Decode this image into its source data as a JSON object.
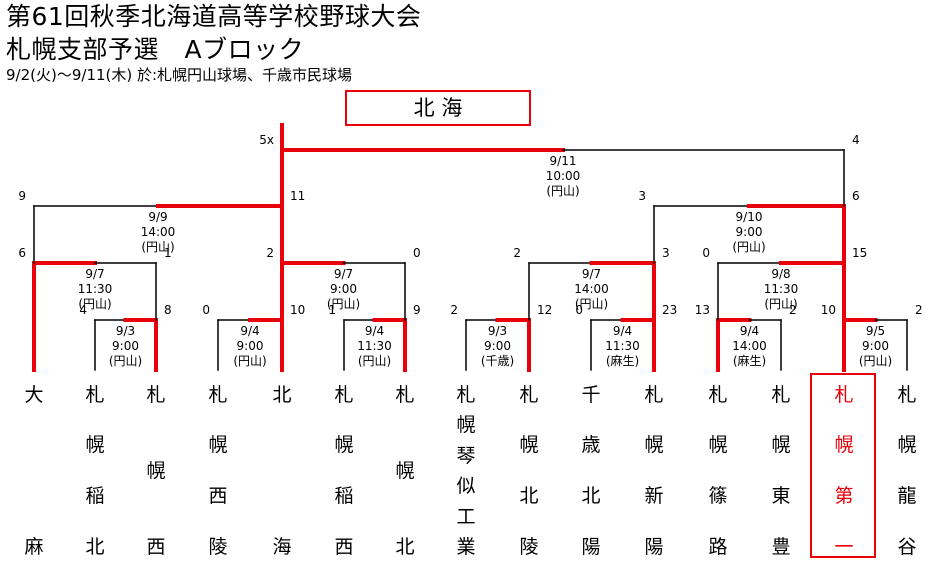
{
  "header": {
    "title_line1": "第61回秋季北海道高等学校野球大会",
    "title_line2": "札幌支部予選　Aブロック",
    "subtitle": "9/2(火)～9/11(木) 於:札幌円山球場、千歳市民球場"
  },
  "winner": "北 海",
  "colors": {
    "win": "#e8000b",
    "lose": "#000000",
    "highlight": "#e8000b"
  },
  "teams": [
    {
      "chars": [
        "大",
        "",
        "",
        "麻"
      ]
    },
    {
      "chars": [
        "札",
        "幌",
        "稲",
        "北"
      ]
    },
    {
      "chars": [
        "札",
        "幌",
        "西"
      ]
    },
    {
      "chars": [
        "札",
        "幌",
        "西",
        "陵"
      ]
    },
    {
      "chars": [
        "北",
        "",
        "",
        "海"
      ]
    },
    {
      "chars": [
        "札",
        "幌",
        "稲",
        "西"
      ]
    },
    {
      "chars": [
        "札",
        "幌",
        "北"
      ]
    },
    {
      "chars": [
        "札",
        "幌",
        "琴",
        "似",
        "工",
        "業"
      ]
    },
    {
      "chars": [
        "札",
        "幌",
        "北",
        "陵"
      ]
    },
    {
      "chars": [
        "千",
        "歳",
        "北",
        "陽"
      ]
    },
    {
      "chars": [
        "札",
        "幌",
        "新",
        "陽"
      ]
    },
    {
      "chars": [
        "札",
        "幌",
        "篠",
        "路"
      ]
    },
    {
      "chars": [
        "札",
        "幌",
        "東",
        "豊"
      ]
    },
    {
      "chars": [
        "札",
        "幌",
        "第",
        "一"
      ],
      "highlight": true
    },
    {
      "chars": [
        "札",
        "幌",
        "龍",
        "谷"
      ]
    }
  ],
  "matches": [
    {
      "id": "r1a",
      "date": "9/3",
      "time": "9:00",
      "venue": "(円山)",
      "scores": [
        "4",
        "8"
      ],
      "winner": "R"
    },
    {
      "id": "r1b",
      "date": "9/4",
      "time": "9:00",
      "venue": "(円山)",
      "scores": [
        "0",
        "10"
      ],
      "winner": "R"
    },
    {
      "id": "r1c",
      "date": "9/4",
      "time": "11:30",
      "venue": "(円山)",
      "scores": [
        "1",
        "9"
      ],
      "winner": "R"
    },
    {
      "id": "r1d",
      "date": "9/3",
      "time": "9:00",
      "venue": "(千歳)",
      "scores": [
        "2",
        "12"
      ],
      "winner": "R"
    },
    {
      "id": "r1e",
      "date": "9/4",
      "time": "11:30",
      "venue": "(麻生)",
      "scores": [
        "0",
        "23"
      ],
      "winner": "R"
    },
    {
      "id": "r1f",
      "date": "9/4",
      "time": "14:00",
      "venue": "(麻生)",
      "scores": [
        "13",
        "2"
      ],
      "winner": "L"
    },
    {
      "id": "r1g",
      "date": "9/5",
      "time": "9:00",
      "venue": "(円山)",
      "scores": [
        "10",
        "2"
      ],
      "winner": "L"
    },
    {
      "id": "r2a",
      "date": "9/7",
      "time": "11:30",
      "venue": "(円山)",
      "scores": [
        "6",
        "1"
      ],
      "winner": "L"
    },
    {
      "id": "r2b",
      "date": "9/7",
      "time": "9:00",
      "venue": "(円山)",
      "scores": [
        "2",
        "0"
      ],
      "winner": "L"
    },
    {
      "id": "r2c",
      "date": "9/7",
      "time": "14:00",
      "venue": "(円山)",
      "scores": [
        "2",
        "3"
      ],
      "winner": "R"
    },
    {
      "id": "r2d",
      "date": "9/8",
      "time": "11:30",
      "venue": "(円山)",
      "scores": [
        "0",
        "15"
      ],
      "winner": "R"
    },
    {
      "id": "r3a",
      "date": "9/9",
      "time": "14:00",
      "venue": "(円山)",
      "scores": [
        "9",
        "11"
      ],
      "winner": "R"
    },
    {
      "id": "r3b",
      "date": "9/10",
      "time": "9:00",
      "venue": "(円山)",
      "scores": [
        "3",
        "6"
      ],
      "winner": "R"
    },
    {
      "id": "final",
      "date": "9/11",
      "time": "10:00",
      "venue": "(円山)",
      "scores": [
        "5x",
        "4"
      ],
      "winner": "L"
    }
  ]
}
